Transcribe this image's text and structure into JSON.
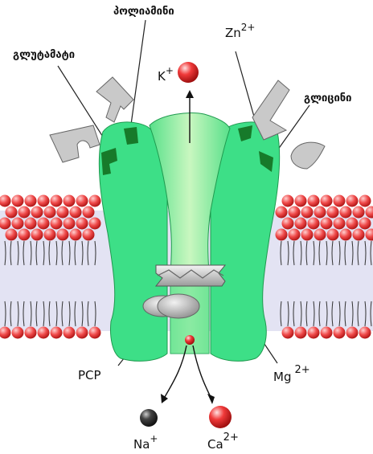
{
  "labels": {
    "polyamine": "პოლიამინი",
    "glutamate": "გლუტამატი",
    "zinc": "Zn",
    "zinc_charge": "2+",
    "glycine": "გლიცინი",
    "potassium": "K",
    "potassium_charge": "+",
    "pcp": "PCP",
    "magnesium": "Mg",
    "magnesium_charge": "2+",
    "sodium": "Na",
    "sodium_charge": "+",
    "calcium": "Ca",
    "calcium_charge": "2+"
  },
  "colors": {
    "channel": "#3ddf87",
    "channel_inner": "#a8f0a8",
    "binding_site": "#177a2a",
    "lipid_head": "#f04a4a",
    "membrane": "#e3e3f3",
    "ligand": "#c9c9c9",
    "ion_red": "#e03030",
    "ion_dark": "#333333"
  }
}
